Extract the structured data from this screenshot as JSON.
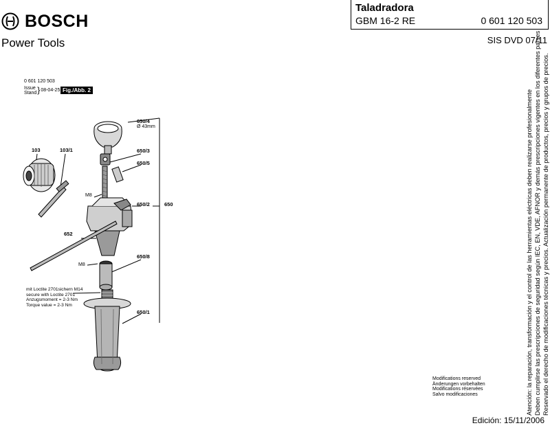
{
  "header": {
    "brand": "BOSCH",
    "division": "Power Tools"
  },
  "title_box": {
    "model_name": "Taladradora",
    "model_code": "GBM 16-2 RE",
    "part_number": "0 601 120 503"
  },
  "sis_ref": "SIS DVD 07/11",
  "meta": {
    "number": "0 601 120 503",
    "issue_label_1": "Issue",
    "issue_label_2": "Stand",
    "issue_date": "08-04-25",
    "fig_label": "Fig./Abb. 2"
  },
  "labels": {
    "p103": "103",
    "p103_1": "103/1",
    "p650_4": "650/4",
    "p650_4_dia": "Ø 43mm",
    "p650_3": "650/3",
    "p650_5": "650/5",
    "m8_top": "M8",
    "p650_2": "650/2",
    "p650": "650",
    "p652": "652",
    "p650_8": "650/8",
    "m8_bottom": "M8",
    "p650_1": "650/1"
  },
  "torque_note": {
    "line1": "mit Loctite 2701sichern  M14",
    "line2": "secure with Loctite 2701",
    "line3": "Anzugsmoment =  2-3 Nm",
    "line4": "Torque value =     2-3 Nm"
  },
  "mods": {
    "line1": "Modifications reserved",
    "line2": "Änderungen vorbehalten",
    "line3": "Modifications réservées",
    "line4": "Salvo modificaciones"
  },
  "legal": {
    "line1": "Atención: la reparación, transformación y el control de las herramientas eléctricas deben realizarse profesionalmente",
    "line2": "Deben cumplirse las prescripciones de seguridad según IEC, EN, VDE, AFNOR y demás prescripciones vigentes en los diferentes países",
    "line3": "Reservado el derecho de modificaciones técnicas y precios. Actualización permanente de productos, precios y grupos de precios."
  },
  "edition": "Edición: 15/11/2006"
}
